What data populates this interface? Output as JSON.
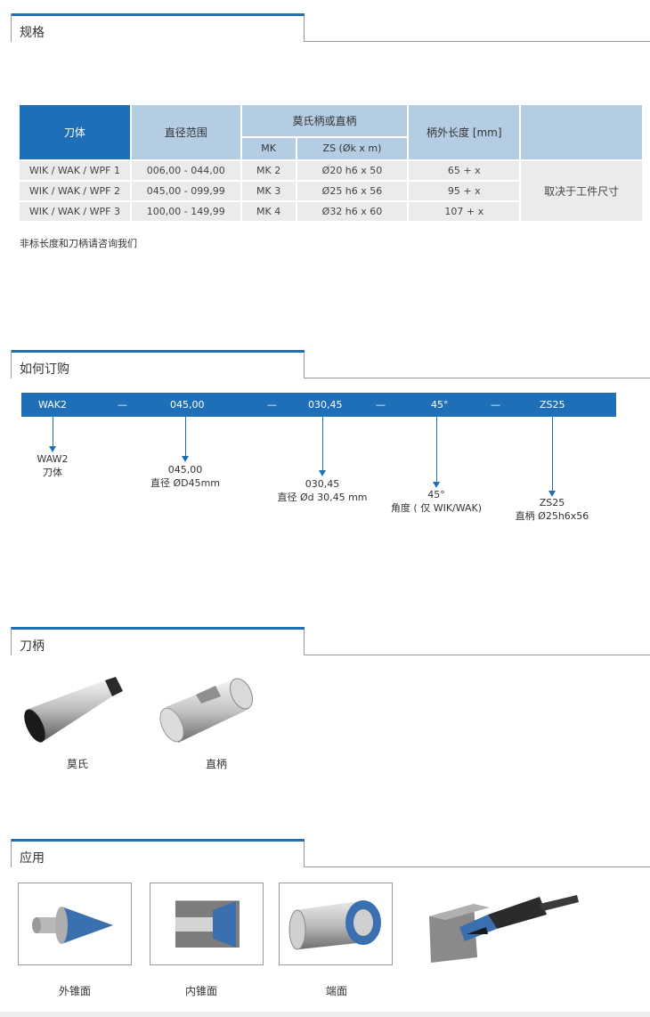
{
  "sections": {
    "spec": "规格",
    "order": "如何订购",
    "shank": "刀柄",
    "application": "应用"
  },
  "spec_table": {
    "headers": {
      "body": "刀体",
      "diameter_range": "直径范围",
      "shank_group": "莫氏柄或直柄",
      "mk": "MK",
      "zs": "ZS (Øk x m)",
      "length": "柄外长度 [mm]"
    },
    "rows": [
      {
        "body": "WIK / WAK / WPF 1",
        "range": "006,00 - 044,00",
        "mk": "MK 2",
        "zs": "Ø20 h6 x 50",
        "length": "65 + x"
      },
      {
        "body": "WIK / WAK / WPF 2",
        "range": "045,00 - 099,99",
        "mk": "MK 3",
        "zs": "Ø25 h6 x 56",
        "length": "95 + x"
      },
      {
        "body": "WIK / WAK / WPF 3",
        "range": "100,00 - 149,99",
        "mk": "MK 4",
        "zs": "Ø32 h6 x 60",
        "length": "107 + x"
      }
    ],
    "merged_note": "取决于工件尺寸"
  },
  "spec_note": "非标长度和刀柄请咨询我们",
  "order": {
    "bar": [
      "WAK2",
      "—",
      "045,00",
      "—",
      "030,45",
      "—",
      "45°",
      "—",
      "ZS25"
    ],
    "labels": [
      {
        "line1": "WAW2",
        "line2": "刀体"
      },
      {
        "line1": "045,00",
        "line2": "直径 ØD45mm"
      },
      {
        "line1": "030,45",
        "line2": "直径 Ød 30,45 mm"
      },
      {
        "line1": "45°",
        "line2": "角度 ( 仅 WIK/WAK)"
      },
      {
        "line1": "ZS25",
        "line2": "直柄 Ø25h6x56"
      }
    ]
  },
  "shanks": [
    "莫氏",
    "直柄"
  ],
  "applications": [
    "外锥面",
    "内锥面",
    "端面"
  ],
  "colors": {
    "accent": "#1f6fb8",
    "header_light": "#b5cde3",
    "row": "#ebebeb"
  }
}
